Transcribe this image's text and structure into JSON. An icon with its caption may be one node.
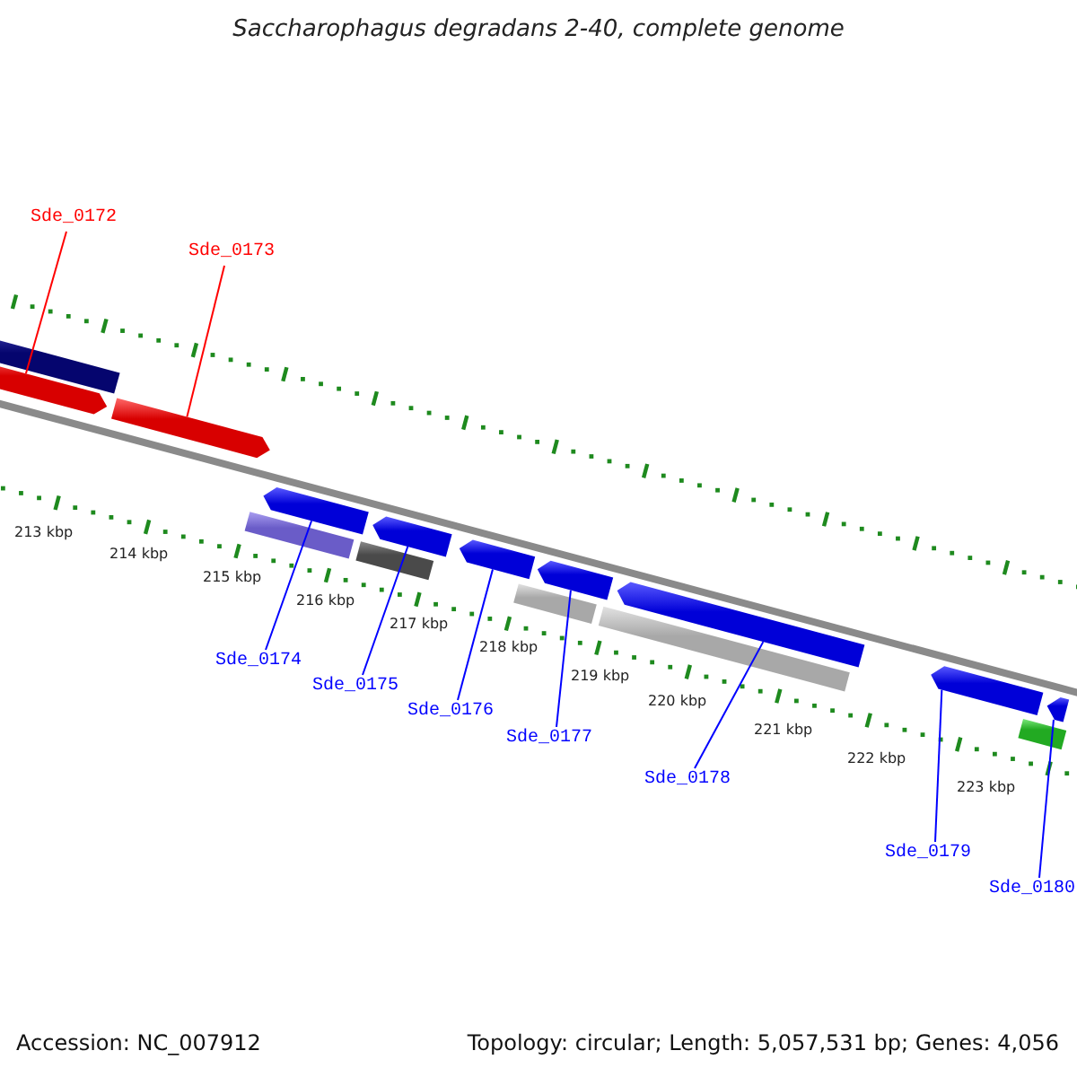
{
  "diagram": {
    "title": "Saccharophagus degradans 2-40, complete genome",
    "nodes": [
      {
        "text": [
          "Sde_0172"
        ]
      },
      {
        "text": [
          "Sde_0173"
        ]
      },
      {
        "text": [
          "Sde_0174"
        ]
      },
      {
        "text": [
          "Sde_0175"
        ]
      },
      {
        "text": [
          "Sde_0176"
        ]
      },
      {
        "text": [
          "Sde_0177"
        ]
      },
      {
        "text": [
          "Sde_0178"
        ]
      },
      {
        "text": [
          "Sde_0179"
        ]
      },
      {
        "text": [
          "Sde_0180"
        ]
      },
      {
        "text": [],
        "shape": "bar"
      },
      {
        "text": [],
        "shape": "arrow"
      },
      {
        "text": [],
        "shape": "arrow"
      },
      {
        "text": [],
        "shape": "arrow"
      },
      {
        "text": [],
        "shape": "arrow"
      },
      {
        "text": [],
        "shape": "arrow"
      },
      {
        "text": [],
        "shape": "arrow"
      },
      {
        "text": [],
        "shape": "arrow"
      },
      {
        "text": [],
        "shape": "arrow"
      },
      {
        "text": [],
        "shape": "arrow"
      },
      {
        "text": [],
        "shape": "bar"
      },
      {
        "text": [],
        "shape": "bar"
      },
      {
        "text": [],
        "shape": "bar"
      },
      {
        "text": [],
        "shape": "bar"
      },
      {
        "text": [],
        "shape": "bar"
      }
    ],
    "edges": [
      {
        "from": 0,
        "to": 10,
        "arrow": "none",
        "color": "#ff0000"
      },
      {
        "from": 1,
        "to": 11,
        "arrow": "none",
        "color": "#ff0000"
      },
      {
        "from": 2,
        "to": 12,
        "arrow": "none"
      },
      {
        "from": 3,
        "to": 13,
        "arrow": "none"
      },
      {
        "from": 4,
        "to": 14,
        "arrow": "none"
      },
      {
        "from": 5,
        "to": 15,
        "arrow": "none"
      },
      {
        "from": 6,
        "to": 16,
        "arrow": "none"
      },
      {
        "from": 7,
        "to": 17,
        "arrow": "none"
      },
      {
        "from": 8,
        "to": 18,
        "arrow": "none"
      }
    ],
    "labels": [
      "213 kbp",
      "214 kbp",
      "215 kbp",
      "216 kbp",
      "217 kbp",
      "218 kbp",
      "219 kbp",
      "220 kbp",
      "221 kbp",
      "222 kbp",
      "223 kbp",
      "Accession: NC_007912",
      "Topology: circular; Length: 5,057,531 bp; Genes: 4,056"
    ]
  }
}
